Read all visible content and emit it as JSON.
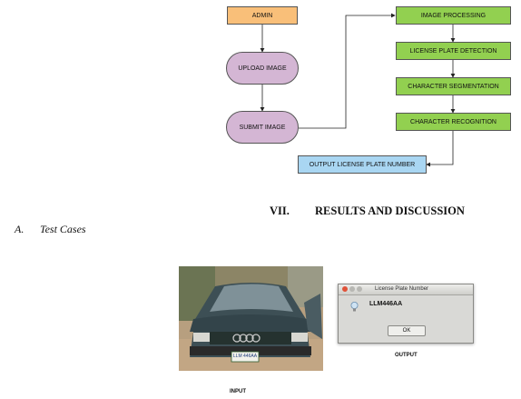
{
  "flowchart": {
    "admin": "ADMIN",
    "upload_image": "UPLOAD IMAGE",
    "submit_image": "SUBMIT IMAGE",
    "image_processing": "IMAGE PROCESSING",
    "plate_detection": "LICENSE PLATE DETECTION",
    "char_segmentation": "CHARACTER SEGMENTATION",
    "char_recognition": "CHARACTER RECOGNITION",
    "output_plate": "OUTPUT LICENSE PLATE NUMBER"
  },
  "section": {
    "number": "VII.",
    "title": "RESULTS AND DISCUSSION"
  },
  "subsection": {
    "letter": "A.",
    "title": "Test Cases"
  },
  "dialog": {
    "title": "License Plate Number",
    "value": "LLM446AA",
    "ok_label": "OK"
  },
  "captions": {
    "output": "OUTPUT",
    "input": "INPUT"
  },
  "plate": {
    "text": "LLM 446AA"
  },
  "colors": {
    "admin": "#f9bf79",
    "process": "#92d050",
    "output": "#a9d6f2",
    "pill": "#d4b6d4"
  }
}
